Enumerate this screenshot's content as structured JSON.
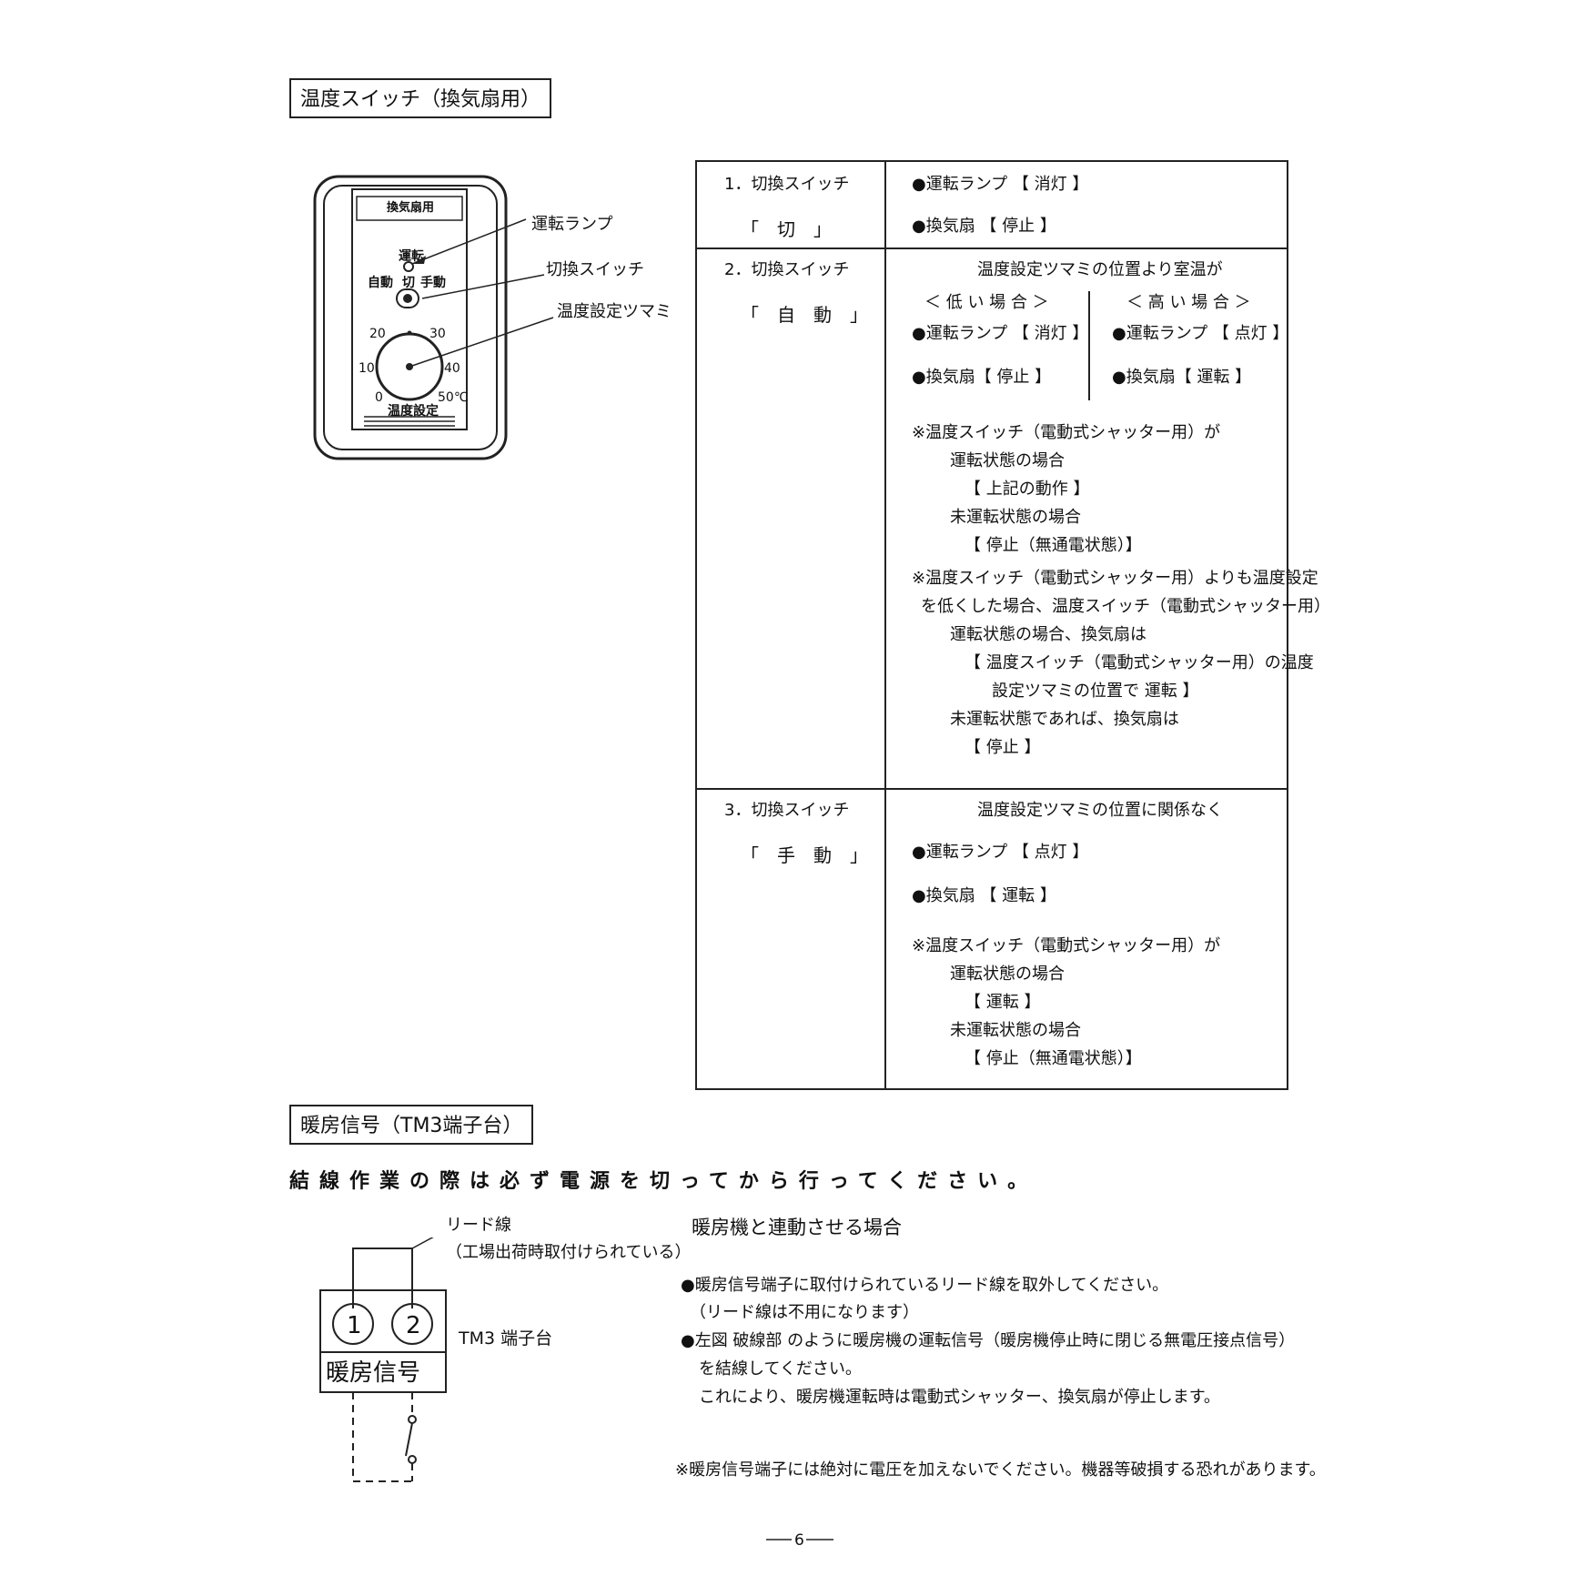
{
  "section1": {
    "title": "温度スイッチ（換気扇用）"
  },
  "device": {
    "header_label": "換気扇用",
    "lamp_label": "運転",
    "mode_auto": "自動",
    "mode_off": "切",
    "mode_manual": "手動",
    "dial_ticks": [
      "0",
      "10",
      "20",
      "30",
      "40",
      "50℃"
    ],
    "dial_label": "温度設定",
    "callout_lamp": "運転ランプ",
    "callout_switch": "切換スイッチ",
    "callout_dial": "温度設定ツマミ"
  },
  "table": {
    "row1": {
      "switch_label": "1．切換スイッチ",
      "switch_state": "「　切　」",
      "line1": "●運転ランプ 【 消灯 】",
      "line2": "●換気扇 【 停止 】"
    },
    "row2": {
      "switch_label": "2．切換スイッチ",
      "switch_state": "「　自　動　」",
      "header": "温度設定ツマミの位置より室温が",
      "low_header": "＜ 低 い 場 合 ＞",
      "high_header": "＜ 高 い 場 合 ＞",
      "low_lamp": "●運転ランプ 【 消灯 】",
      "low_fan": "●換気扇【 停止 】",
      "high_lamp": "●運転ランプ 【 点灯 】",
      "high_fan": "●換気扇【 運転 】",
      "note1": [
        "※温度スイッチ（電動式シャッター用）が",
        "運転状態の場合",
        "【 上記の動作 】",
        "未運転状態の場合",
        "【 停止（無通電状態）】"
      ],
      "note2": [
        "※温度スイッチ（電動式シャッター用）よりも温度設定",
        "を低くした場合、温度スイッチ（電動式シャッター用）",
        "運転状態の場合、換気扇は",
        "【 温度スイッチ（電動式シャッター用）の温度",
        "設定ツマミの位置で 運転 】",
        "未運転状態であれば、換気扇は",
        "【 停止 】"
      ]
    },
    "row3": {
      "switch_label": "3．切換スイッチ",
      "switch_state": "「　手　動　」",
      "header": "温度設定ツマミの位置に関係なく",
      "lamp": "●運転ランプ 【 点灯 】",
      "fan": "●換気扇 【 運転 】",
      "note": [
        "※温度スイッチ（電動式シャッター用）が",
        "運転状態の場合",
        "【 運転 】",
        "未運転状態の場合",
        "【 停止（無通電状態）】"
      ]
    }
  },
  "section2": {
    "title": "暖房信号（TM3端子台）",
    "warning": "結線作業の際は必ず電源を切ってから行ってください。",
    "lead_label": "リード線",
    "lead_note": "（工場出荷時取付けられている）",
    "terminal_1": "1",
    "terminal_2": "2",
    "terminal_name": "暖房信号",
    "terminal_block_label": "TM3 端子台",
    "heading": "暖房機と連動させる場合",
    "instructions": [
      "●暖房信号端子に取付けられているリード線を取外してください。",
      "（リード線は不用になります）",
      "●左図 破線部 のように暖房機の運転信号（暖房機停止時に閉じる無電圧接点信号）",
      "を結線してください。",
      "これにより、暖房機運転時は電動式シャッター、換気扇が停止します。"
    ],
    "caution": "※暖房信号端子には絶対に電圧を加えないでください。機器等破損する恐れがあります。"
  },
  "page_number": "6"
}
